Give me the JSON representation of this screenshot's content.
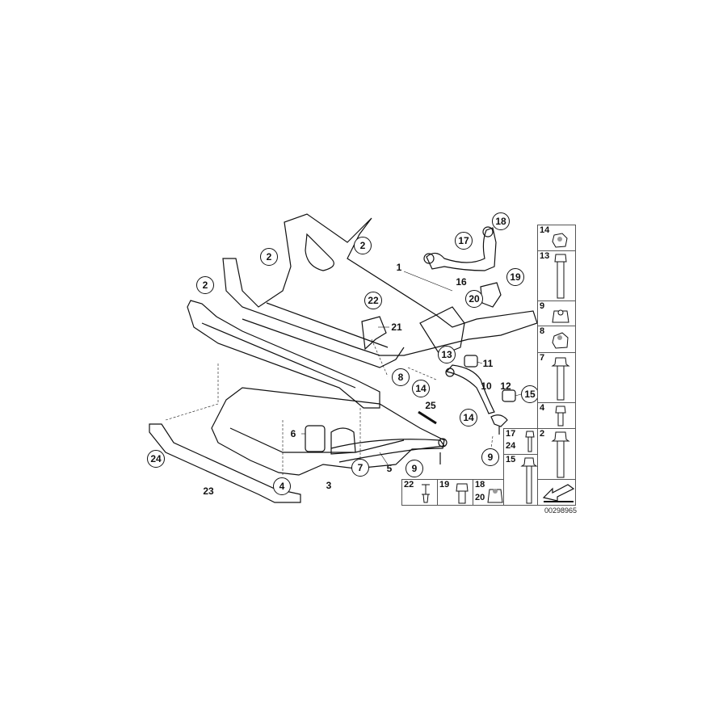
{
  "diagram_id": "00298965",
  "callouts": [
    {
      "label": "2",
      "circled": true
    },
    {
      "label": "2",
      "circled": true
    },
    {
      "label": "2",
      "circled": true
    },
    {
      "label": "18",
      "circled": true
    },
    {
      "label": "17",
      "circled": true
    },
    {
      "label": "19",
      "circled": true
    },
    {
      "label": "20",
      "circled": true
    },
    {
      "label": "22",
      "circled": true
    },
    {
      "label": "13",
      "circled": true
    },
    {
      "label": "8",
      "circled": true
    },
    {
      "label": "14",
      "circled": true
    },
    {
      "label": "15",
      "circled": true
    },
    {
      "label": "14",
      "circled": true
    },
    {
      "label": "9",
      "circled": true
    },
    {
      "label": "7",
      "circled": true
    },
    {
      "label": "9",
      "circled": true
    },
    {
      "label": "24",
      "circled": true
    },
    {
      "label": "4",
      "circled": true
    },
    {
      "label": "1",
      "circled": false
    },
    {
      "label": "16",
      "circled": false
    },
    {
      "label": "21",
      "circled": false
    },
    {
      "label": "11",
      "circled": false
    },
    {
      "label": "10",
      "circled": false
    },
    {
      "label": "12",
      "circled": false
    },
    {
      "label": "25",
      "circled": false
    },
    {
      "label": "5",
      "circled": false
    },
    {
      "label": "3",
      "circled": false
    },
    {
      "label": "23",
      "circled": false
    },
    {
      "label": "6",
      "circled": false
    }
  ],
  "hardware_table": {
    "right_column": [
      "14",
      "13",
      "9",
      "8",
      "7",
      "4",
      "2"
    ],
    "middle_column": [
      [
        "17",
        "24"
      ],
      [
        "15"
      ]
    ],
    "bottom_row": [
      [
        "22"
      ],
      [
        "19"
      ],
      [
        "18",
        "20"
      ]
    ]
  }
}
